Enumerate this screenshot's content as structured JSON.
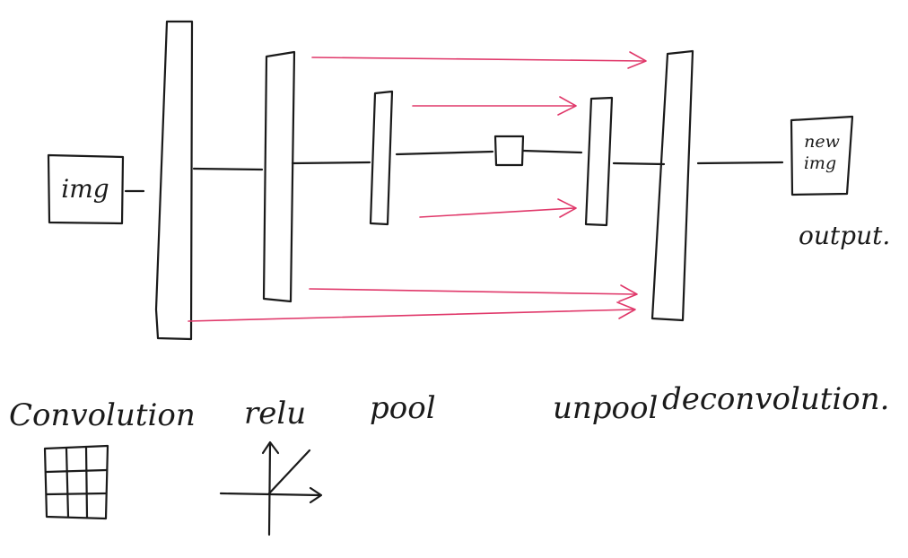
{
  "input": {
    "label": "img"
  },
  "output": {
    "line1": "new",
    "line2": "img",
    "caption": "output."
  },
  "layer_labels": {
    "convolution": "Convolution",
    "relu": "relu",
    "pool": "pool",
    "unpool": "unpool",
    "deconvolution": "deconvolution."
  },
  "colors": {
    "ink": "#1a1a1a",
    "skip_connection": "#e0386a"
  }
}
